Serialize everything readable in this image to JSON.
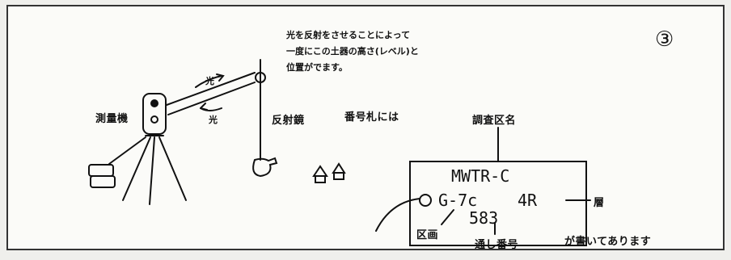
{
  "figure_number": "③",
  "explanation_lines": [
    "光を反射をさせることによって",
    "一度にこの土器の高さ(レベル)と",
    "位置がでます。"
  ],
  "labels": {
    "survey_instrument": "測量機",
    "light_top": "光",
    "light_bottom": "光",
    "reflector": "反射鏡",
    "tag_intro": "番号札には",
    "survey_area_name": "調査区名",
    "layer": "層",
    "section": "区画",
    "serial_number": "通し番号",
    "written_note": "が書いてあります"
  },
  "tag": {
    "line1": "MWTR-C",
    "line2_section": "G-7c",
    "line2_layer": "4R",
    "line3": "583"
  },
  "colors": {
    "ink": "#111111",
    "paper": "#fbfbf8",
    "border": "#333333"
  }
}
